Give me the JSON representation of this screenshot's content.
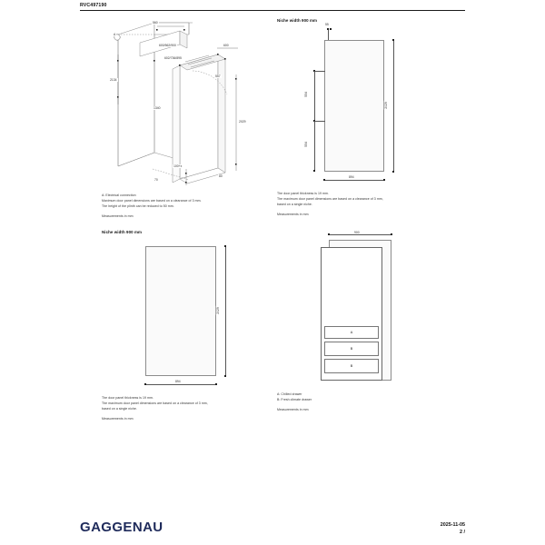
{
  "header": {
    "model": "RVC497190"
  },
  "panels": {
    "iso": {
      "labels": {
        "connection_marker": "A",
        "top_depth": "560",
        "niche_top": "600/562/900",
        "niche_inner": "602/736/895",
        "side_depth": "600",
        "depth_small": "557",
        "height_main": "1340",
        "height_small": "2134",
        "height_right": "2029",
        "plinth": "100+x",
        "foot_left": "70",
        "foot_right": "80",
        "foot_mid": "78 W"
      },
      "caption": [
        "A: Electrical connection",
        "Maximum door panel dimensions are based on a clearance of 3 mm.",
        "The height of the plinth can be reduced to 50 mm.",
        "Measurements in mm"
      ]
    },
    "top_right": {
      "title": "Niche width 900 mm",
      "labels": {
        "top_offset": "55",
        "seg_upper": "554",
        "seg_lower": "554",
        "height": "2029",
        "width": "894"
      },
      "caption": [
        "The door panel thickness is 19 mm.",
        "The maximum door panel dimensions are based on a clearance of 3 mm,",
        "based on a single niche.",
        "Measurements in mm"
      ]
    },
    "bottom_left": {
      "title": "Niche width 900 mm",
      "labels": {
        "height": "2029",
        "width": "894"
      },
      "caption": [
        "The door panel thickness is 19 mm.",
        "The maximum door panel dimensions are based on a clearance of 3 mm,",
        "based on a single niche.",
        "Measurements in mm"
      ]
    },
    "bottom_right": {
      "labels": {
        "width": "900",
        "drawer_a": "A",
        "drawer_b1": "B",
        "drawer_b2": "B"
      },
      "legend": [
        "A: Chilled drawer",
        "B: Fresh climate drawer"
      ],
      "caption": [
        "Measurements in mm"
      ]
    }
  },
  "footer": {
    "brand": "GAGGENAU",
    "date": "2025-11-05",
    "page": "2 /"
  }
}
